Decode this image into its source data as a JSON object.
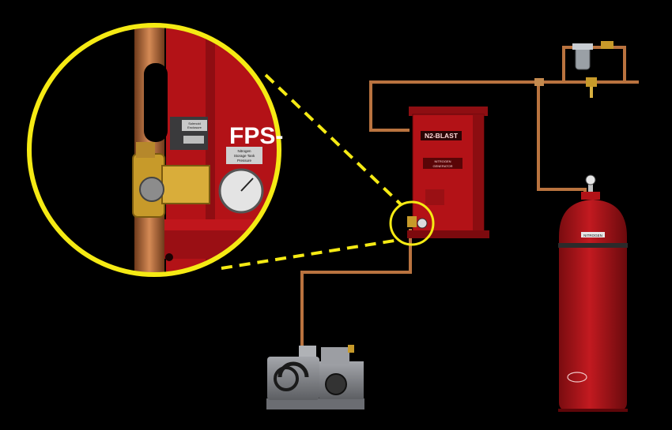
{
  "callout": {
    "label": "FPS-",
    "valve_label_line1": "Solenoid",
    "valve_label_line2": "Enclosure",
    "gauge_label_line1": "Nitrogen",
    "gauge_label_line2": "Storage Tank",
    "gauge_label_line3": "Pressure"
  },
  "generator": {
    "brand_label": "N2-BLAST",
    "sublabel_line1": "NITROGEN",
    "sublabel_line2": "GENERATOR"
  },
  "cylinder": {
    "band_label": "NITROGEN"
  },
  "colors": {
    "background": "#000000",
    "highlight_yellow": "#f5ea14",
    "equipment_red": "#b31217",
    "pipe_copper": "#b9733f",
    "compressor_gray": "#8d8f94"
  }
}
